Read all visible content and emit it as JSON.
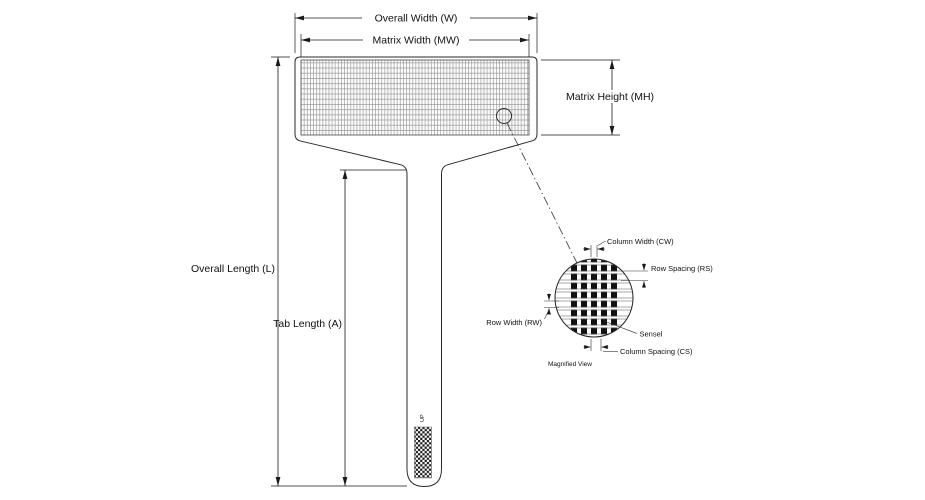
{
  "diagram": {
    "labels": {
      "overall_width": "Overall Width (W)",
      "matrix_width": "Matrix Width (MW)",
      "matrix_height": "Matrix Height (MH)",
      "overall_length": "Overall Length (L)",
      "tab_length": "Tab Length (A)",
      "column_width": "Column Width (CW)",
      "row_spacing": "Row Spacing (RS)",
      "row_width": "Row Width (RW)",
      "sensel": "Sensel",
      "column_spacing": "Column Spacing (CS)",
      "magnified_view": "Magnified View",
      "up": "UP"
    },
    "colors": {
      "line": "#1a1a1a",
      "grid_line": "#8a8a8a",
      "sensel_fill": "#111111",
      "background": "#ffffff"
    }
  }
}
